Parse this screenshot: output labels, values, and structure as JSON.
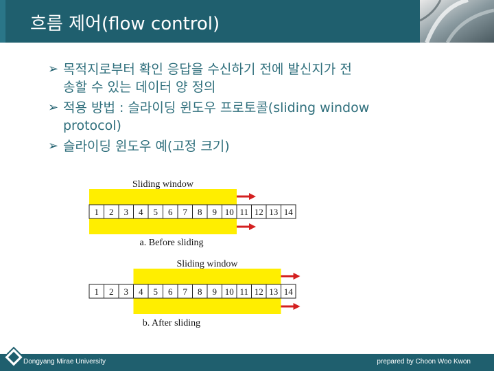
{
  "slide": {
    "title": "흐름 제어(flow control)",
    "bullets": [
      {
        "lines": [
          "목적지로부터 확인 응답을 수신하기 전에 발신지가 전",
          "송할 수 있는 데이터 양 정의"
        ]
      },
      {
        "lines": [
          "적용 방법 : 슬라이딩 윈도우 프로토콜(sliding window",
          "protocol)"
        ]
      },
      {
        "lines": [
          "슬라이딩 윈도우 예(고정 크기)"
        ]
      }
    ]
  },
  "diagram": {
    "before": {
      "window_label": "Sliding window",
      "caption": "a. Before sliding",
      "frames": [
        "1",
        "2",
        "3",
        "4",
        "5",
        "6",
        "7",
        "8",
        "9",
        "10",
        "11",
        "12",
        "13",
        "14"
      ],
      "window_start": 1,
      "window_end": 10
    },
    "after": {
      "window_label": "Sliding window",
      "caption": "b. After sliding",
      "frames": [
        "1",
        "2",
        "3",
        "4",
        "5",
        "6",
        "7",
        "8",
        "9",
        "10",
        "11",
        "12",
        "13",
        "14"
      ],
      "window_start": 4,
      "window_end": 13
    },
    "colors": {
      "window": "#ffee00",
      "arrow": "#d42020",
      "border": "#222222"
    }
  },
  "footer": {
    "left": "Dongyang Mirae University",
    "right": "prepared by Choon Woo Kwon"
  }
}
